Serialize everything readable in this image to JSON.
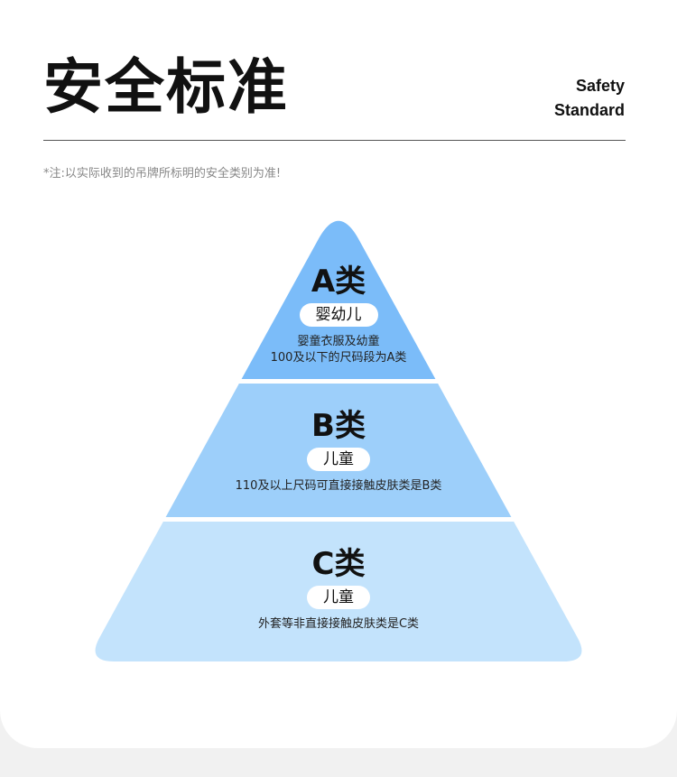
{
  "header": {
    "title": "安全标准",
    "subtitle_line1": "Safety",
    "subtitle_line2": "Standard"
  },
  "note": "*注:以实际收到的吊牌所标明的安全类别为准!",
  "colors": {
    "tier_a": "#7bbcf9",
    "tier_b": "#9dcffa",
    "tier_c": "#c3e3fc"
  },
  "tiers": [
    {
      "class": "A类",
      "group": "婴幼儿",
      "desc": [
        "婴童衣服及幼童",
        "100及以下的尺码段为A类"
      ]
    },
    {
      "class": "B类",
      "group": "儿童",
      "desc": [
        "110及以上尺码可直接接触皮肤类是B类"
      ]
    },
    {
      "class": "C类",
      "group": "儿童",
      "desc": [
        "外套等非直接接触皮肤类是C类"
      ]
    }
  ]
}
